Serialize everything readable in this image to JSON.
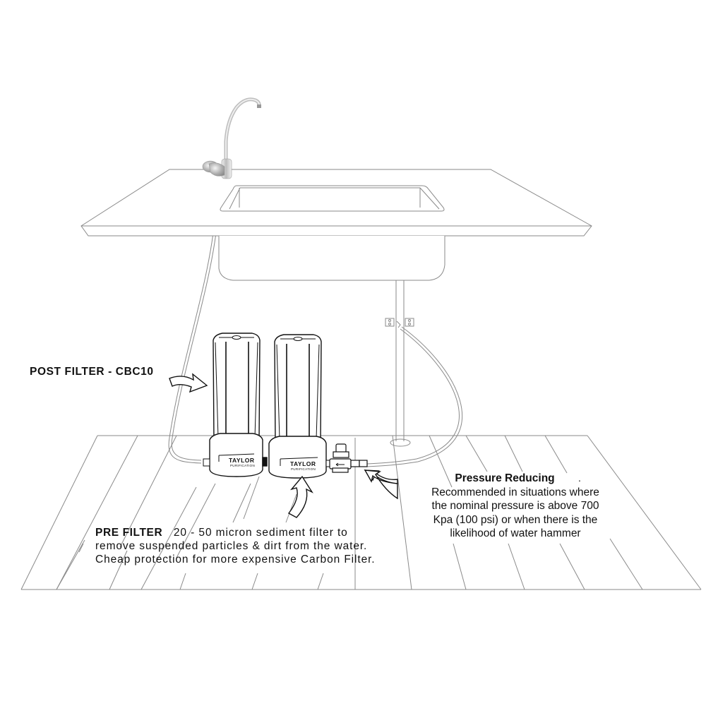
{
  "diagram": {
    "type": "under-sink water filter installation",
    "components": {
      "faucet": "drinking water faucet on countertop",
      "countertop": "kitchen bench with inset sink",
      "sink": "sink bowl",
      "drain_pipe": "vertical pipe with tee valve bracket",
      "post_filter_housing": {
        "brand": "TAYLOR",
        "sub": "PURIFICATION"
      },
      "pre_filter_housing": {
        "brand": "TAYLOR",
        "sub": "PURIFICATION"
      },
      "pressure_reducing_valve": "inline pressure reducing valve",
      "floor": "planked floor"
    }
  },
  "labels": {
    "post_filter": "POST FILTER - CBC10",
    "pre_filter_title": "PRE FILTER",
    "pre_filter_line1": "20 - 50 micron sediment filter to",
    "pre_filter_line2": "remove suspended particles & dirt from the water.",
    "pre_filter_line3": "Cheap protection for more expensive Carbon Filter.",
    "pressure_title": "Pressure Reducing",
    "pressure_line1": "Recommended in situations where",
    "pressure_line2": "the nominal pressure is above 700",
    "pressure_line3": "Kpa (100 psi) or when there is the",
    "pressure_line4": "likelihood of water hammer",
    "pressure_dot": "."
  },
  "housing_labels": {
    "brand": "TAYLOR",
    "sub": "PURIFICATION"
  },
  "colors": {
    "line_dark": "#111111",
    "line_light": "#8a8a8a",
    "faucet_chrome": "#b8b8b8"
  }
}
